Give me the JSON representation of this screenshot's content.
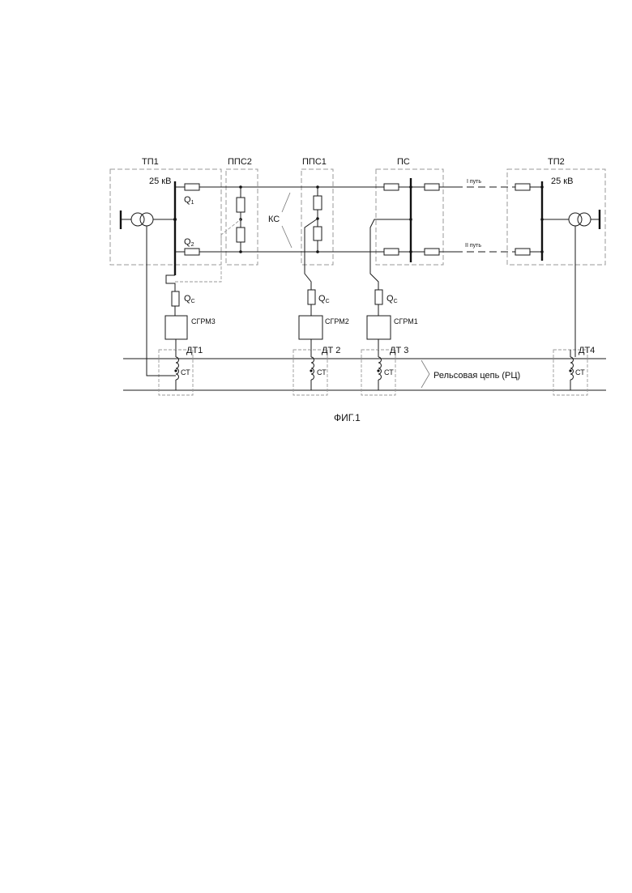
{
  "labels": {
    "tp1": "ТП1",
    "pps2": "ППС2",
    "pps1": "ППС1",
    "ps": "ПС",
    "tp2": "ТП2",
    "kv_left": "25 кВ",
    "kv_right": "25 кВ",
    "q1": "Q",
    "q1_sub": "1",
    "q2": "Q",
    "q2_sub": "2",
    "qc": "Q",
    "qc_sub": "C",
    "ks": "КС",
    "track1": "I путь",
    "track2": "II путь",
    "sgrm3": "СГРМ3",
    "sgrm2": "СГРМ2",
    "sgrm1": "СГРМ1",
    "dt1": "ДТ1",
    "dt2": "ДТ 2",
    "dt3": "ДТ 3",
    "dt4": "ДТ4",
    "st": "СТ",
    "rail_circuit": "Рельсовая цепь (РЦ)",
    "caption": "ФИГ.1"
  }
}
